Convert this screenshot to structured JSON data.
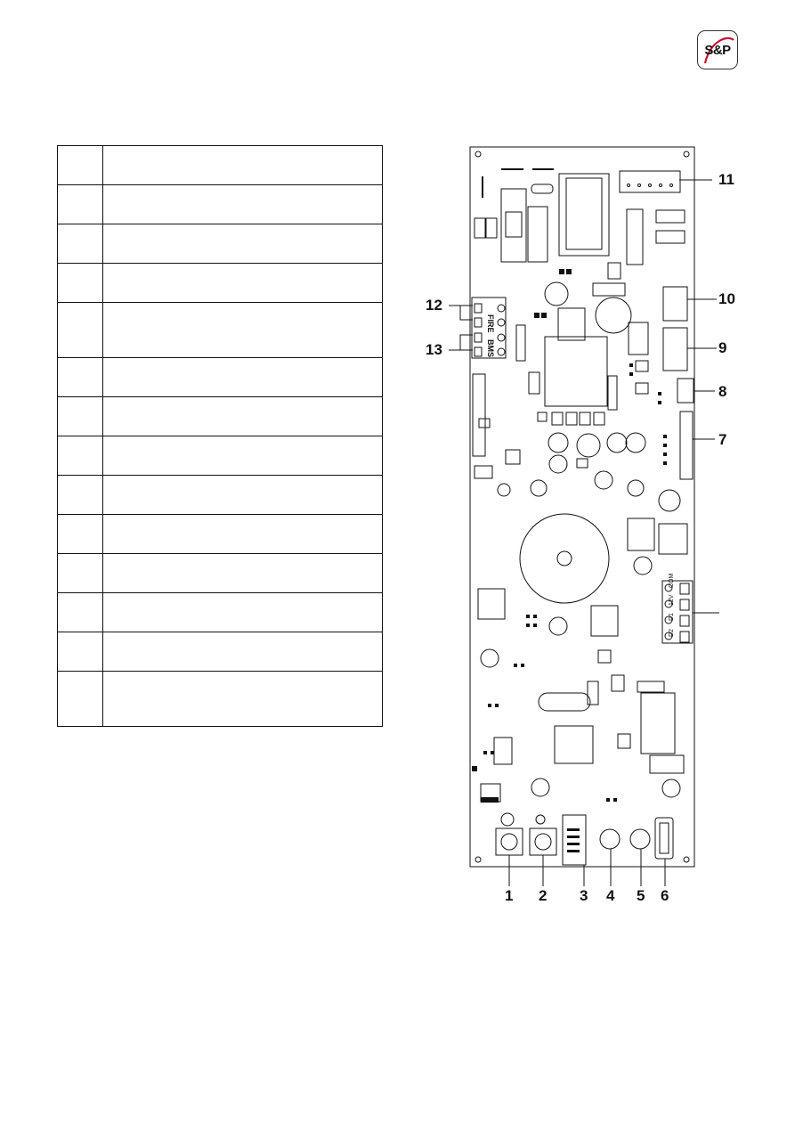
{
  "brand": {
    "logo_text": "S&P",
    "accent": "#c8102e"
  },
  "legend_rows": 14,
  "board": {
    "terminal_labels": [
      "FIRE",
      "BMS"
    ],
    "output_labels": [
      "COM",
      "12V",
      "D1",
      "D2"
    ]
  },
  "callouts": {
    "c1": "1",
    "c2": "2",
    "c3": "3",
    "c4": "4",
    "c5": "5",
    "c6": "6",
    "c7": "7",
    "c8": "8",
    "c9": "9",
    "c10": "10",
    "c11": "11",
    "c12": "12",
    "c13": "13"
  }
}
